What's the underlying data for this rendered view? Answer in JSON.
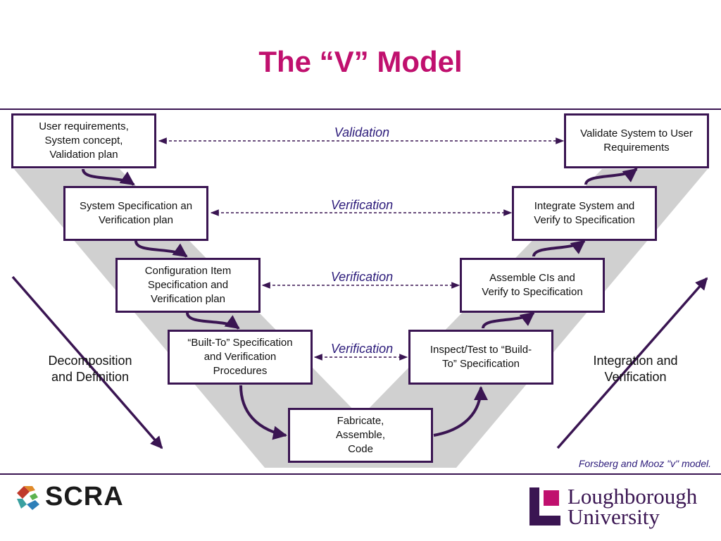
{
  "title": "The “V” Model",
  "boxes": {
    "user_requirements": "User requirements,\nSystem concept,\nValidation plan",
    "system_spec": "System Specification an\nVerification plan",
    "ci_spec": "Configuration Item\nSpecification and\nVerification plan",
    "built_to": "“Built-To” Specification\nand Verification\nProcedures",
    "fabricate": "Fabricate,\nAssemble,\nCode",
    "inspect_test": "Inspect/Test to “Build-\nTo” Specification",
    "assemble_cis": "Assemble CIs and\nVerify to Specification",
    "integrate_system": "Integrate System and\nVerify to Specification",
    "validate_system": "Validate System to User\nRequirements"
  },
  "links": {
    "validation": "Validation",
    "verification_1": "Verification",
    "verification_2": "Verification",
    "verification_3": "Verification"
  },
  "side_labels": {
    "left": "Decomposition\nand Definition",
    "right": "Integration and\nVerification"
  },
  "credit": "Forsberg and Mooz \"v\" model.",
  "logos": {
    "scra": "SCRA",
    "university_line1": "Loughborough",
    "university_line2": "University"
  },
  "colors": {
    "title": "#c0106e",
    "border": "#3a1552",
    "band": "#d0d0d0",
    "label": "#2c1b7a"
  }
}
